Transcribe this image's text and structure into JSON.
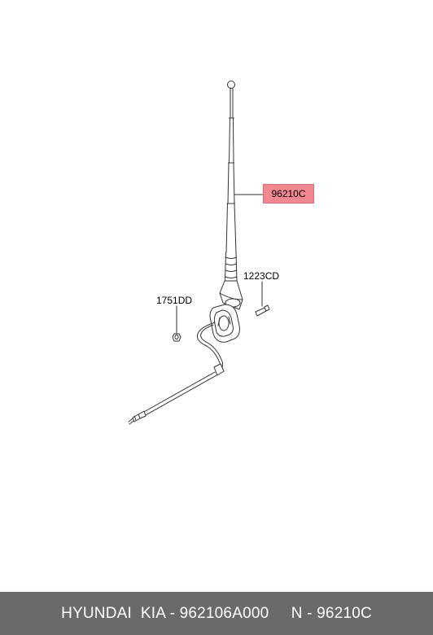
{
  "callouts": {
    "main_part": "96210C",
    "bolt": "1223CD",
    "nut": "1751DD"
  },
  "footer": {
    "text": "HYUNDAI  KIA - 962106A000     N - 96210C"
  },
  "colors": {
    "highlight": "#ec5a64",
    "footer_bg": "#6a6a6a",
    "footer_text": "#ffffff",
    "line": "#333333"
  }
}
